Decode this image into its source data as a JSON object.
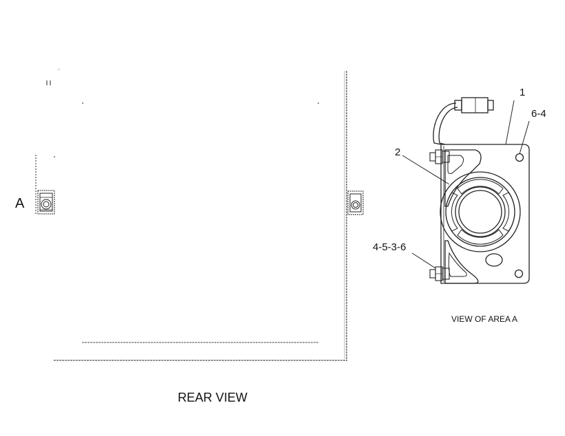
{
  "rear_view": {
    "area_marker": "A",
    "caption": "REAR VIEW"
  },
  "detail": {
    "callouts": {
      "item_1": "1",
      "item_2": "2",
      "item_6_4": "6-4",
      "item_4_5_3_6": "4-5-3-6"
    },
    "caption": "VIEW OF AREA A"
  }
}
